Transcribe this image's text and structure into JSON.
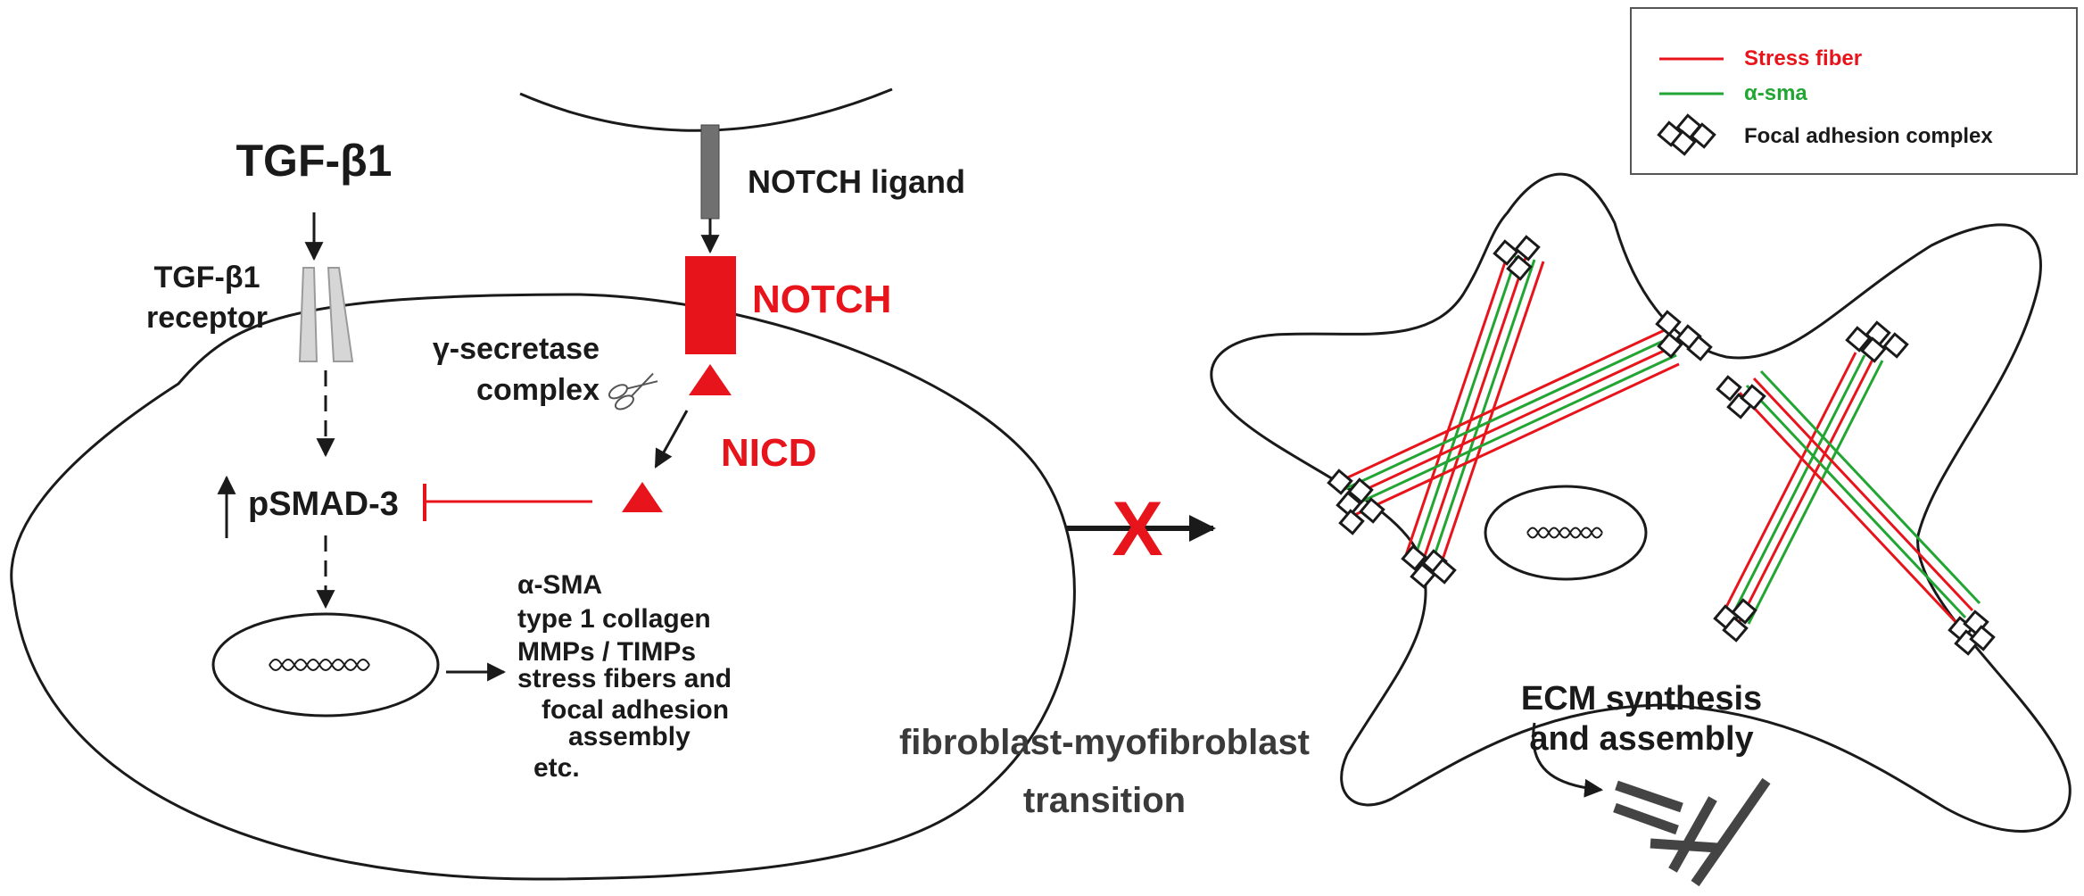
{
  "colors": {
    "red": "#e8141b",
    "green": "#22a533",
    "stroke": "#1a1a1a",
    "receptor": "#d6d6d6",
    "ligand_bar": "#707070",
    "ecm_fibers": "#444444"
  },
  "left_cell": {
    "tgf_title": "TGF-β1",
    "receptor_label_line1": "TGF-β1",
    "receptor_label_line2": "receptor",
    "notch_ligand": "NOTCH ligand",
    "notch": "NOTCH",
    "secretase_line1": "γ-secretase",
    "secretase_line2": "complex",
    "nicd": "NICD",
    "psmad": "pSMAD-3",
    "genes": [
      "α-SMA",
      "type 1 collagen",
      "MMPs / TIMPs",
      "stress fibers and",
      "focal adhesion",
      "assembly",
      "etc."
    ]
  },
  "transition": {
    "block_mark": "X",
    "line1": "fibroblast-myofibroblast",
    "line2": "transition"
  },
  "right_cell": {
    "ecm_line1": "ECM synthesis",
    "ecm_line2": "and assembly"
  },
  "legend": {
    "items": [
      {
        "label": "Stress fiber",
        "color": "red"
      },
      {
        "label": "α-sma",
        "color": "green"
      },
      {
        "label": "Focal adhesion complex",
        "color": "black"
      }
    ]
  }
}
